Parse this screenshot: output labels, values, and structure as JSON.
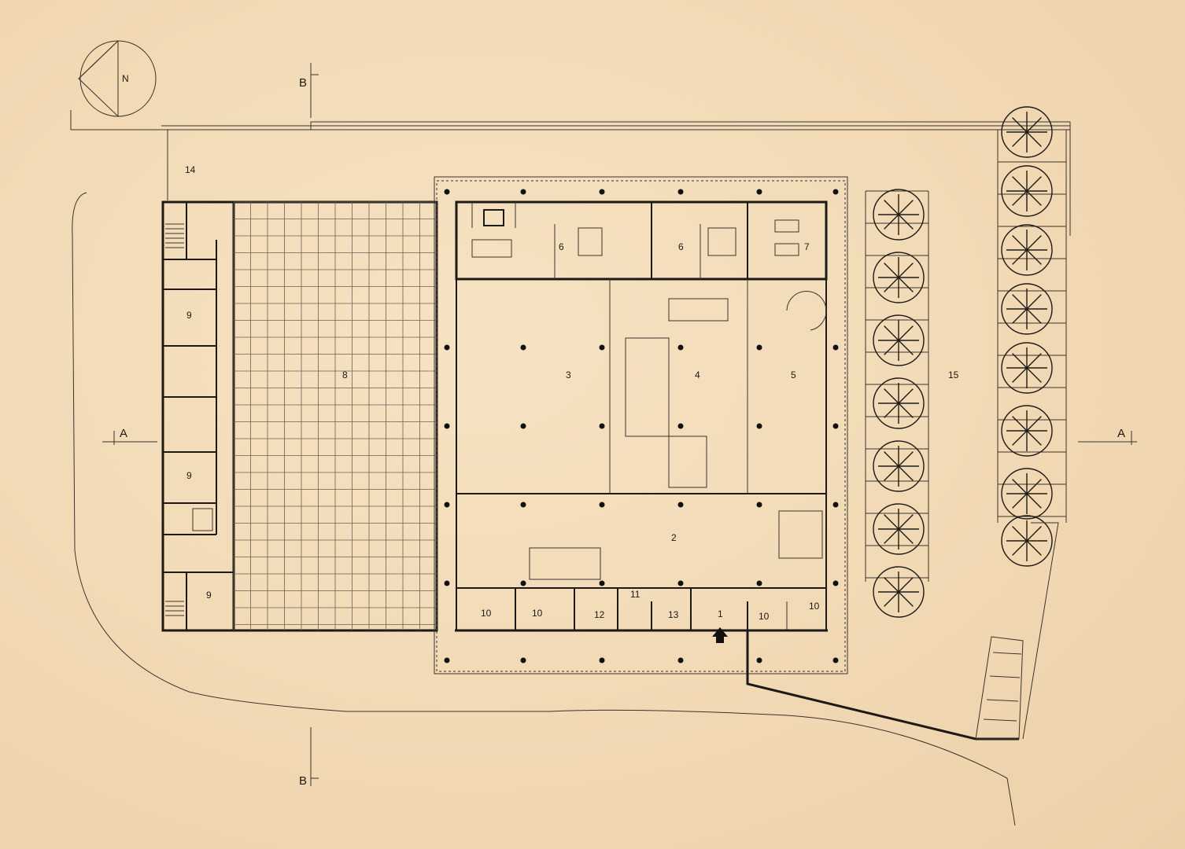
{
  "north_label": "N",
  "section_marks": {
    "a_left": "A",
    "a_right": "A",
    "b_top": "B",
    "b_bottom": "B"
  },
  "room_labels": {
    "r1": "1",
    "r2": "2",
    "r3": "3",
    "r4": "4",
    "r5": "5",
    "r6a": "6",
    "r6b": "6",
    "r7": "7",
    "r8": "8",
    "r9a": "9",
    "r9b": "9",
    "r9c": "9",
    "r10a": "10",
    "r10b": "10",
    "r10c": "10",
    "r10d": "10",
    "r11": "11",
    "r12": "12",
    "r13": "13",
    "r14": "14",
    "r15": "15"
  },
  "colors": {
    "paper": "#f3dcb9",
    "ink": "#1d1a16"
  }
}
